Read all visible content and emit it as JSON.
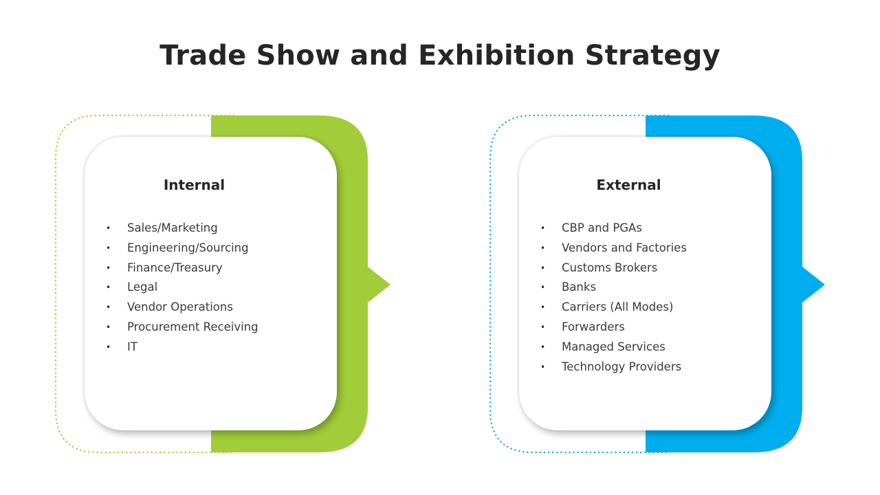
{
  "title": "Trade Show and Exhibition Strategy",
  "colors": {
    "internal_accent": "#a2cc3a",
    "external_accent": "#00aeef",
    "text": "#262626"
  },
  "panels": [
    {
      "heading": "Internal",
      "items": [
        "Sales/Marketing",
        "Engineering/Sourcing",
        "Finance/Treasury",
        "Legal",
        "Vendor Operations",
        "Procurement Receiving",
        "IT"
      ]
    },
    {
      "heading": "External",
      "items": [
        "CBP and PGAs",
        "Vendors and Factories",
        "Customs Brokers",
        "Banks",
        "Carriers (All Modes)",
        "Forwarders",
        "Managed Services",
        "Technology Providers"
      ]
    }
  ]
}
